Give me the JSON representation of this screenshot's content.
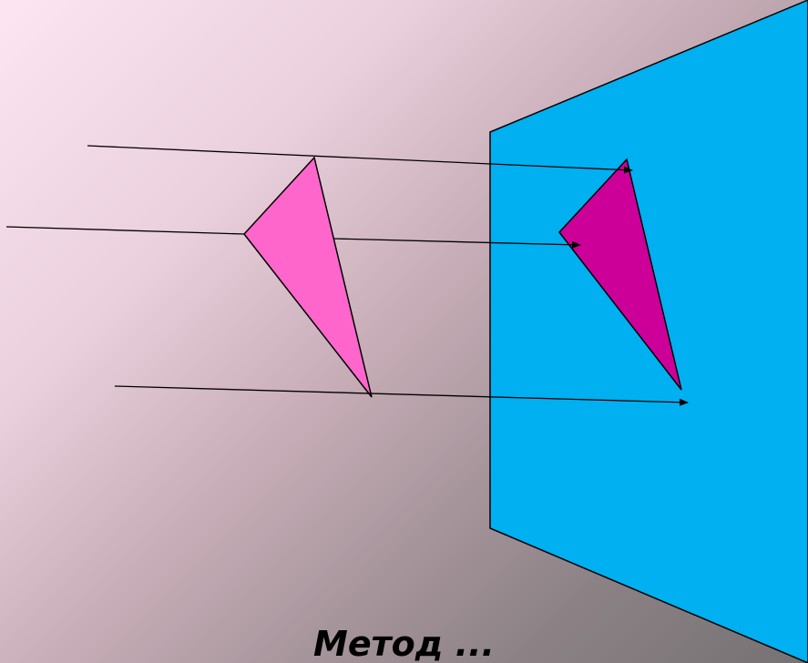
{
  "caption": "Метод ...",
  "colors": {
    "plane": "#00b0f0",
    "object_triangle": "#ff66cc",
    "projected_triangle": "#cc0099",
    "ray": "#000000",
    "background_start": "#fde6f1",
    "background_end": "#767173"
  },
  "icons": [
    "projection-plane",
    "object-triangle",
    "projected-triangle",
    "projection-ray-arrow"
  ]
}
